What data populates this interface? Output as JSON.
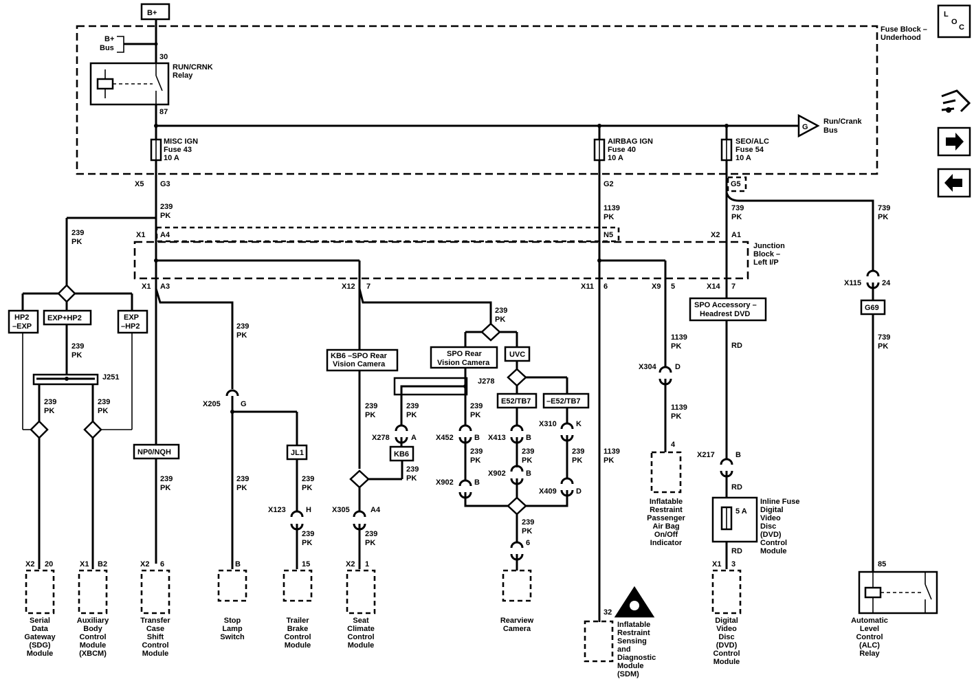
{
  "power_source": "B+",
  "fuse_block": {
    "label_line1": "Fuse Block –",
    "label_line2": "Underhood"
  },
  "bplus_bus": {
    "line1": "B+",
    "line2": "Bus"
  },
  "relay": {
    "pin_in": "30",
    "pin_out": "87",
    "name_line1": "RUN/CRNK",
    "name_line2": "Relay"
  },
  "bus_out": {
    "letter": "G",
    "line1": "Run/Crank",
    "line2": "Bus"
  },
  "fuses": [
    {
      "l1": "MISC IGN",
      "l2": "Fuse 43",
      "l3": "10 A"
    },
    {
      "l1": "AIRBAG IGN",
      "l2": "Fuse 40",
      "l3": "10 A"
    },
    {
      "l1": "SEO/ALC",
      "l2": "Fuse 54",
      "l3": "10 A"
    }
  ],
  "terminals": {
    "x5": "X5",
    "g3": "G3",
    "g2": "G2",
    "g5": "G5",
    "x1": "X1",
    "a4": "A4",
    "n5": "N5",
    "x2": "X2",
    "a1": "A1",
    "x1b": "X1",
    "a3": "A3",
    "x12": "X12",
    "p7": "7",
    "x11": "X11",
    "p6": "6",
    "x9": "X9",
    "p5": "5",
    "x14": "X14",
    "p7b": "7",
    "x115": "X115",
    "p24": "24"
  },
  "junction_block": {
    "l1": "Junction",
    "l2": "Block –",
    "l3": "Left I/P"
  },
  "wires": {
    "w239": "239",
    "w1139": "1139",
    "w739": "739",
    "pk": "PK",
    "rd": "RD"
  },
  "options": {
    "hp2exp_l1": "HP2",
    "hp2exp_l2": "–EXP",
    "exphp2": "EXP+HP2",
    "exp_hp2_l1": "EXP",
    "exp_hp2_l2": "–HP2",
    "np0": "NP0/NQH",
    "jl1": "JL1",
    "kb6_l1": "KB6 –SPO Rear",
    "kb6_l2": "Vision Camera",
    "spo_l1": "SPO Rear",
    "spo_l2": "Vision Camera",
    "uvc": "UVC",
    "e52": "E52/TB7",
    "ne52": "–E52/TB7",
    "kb6": "KB6",
    "spoacc_l1": "SPO Accessory –",
    "spoacc_l2": "Headrest DVD",
    "g69": "G69"
  },
  "splices": {
    "j251": "J251",
    "j278": "J278"
  },
  "connectors": {
    "x205": "X205",
    "g": "G",
    "x278": "X278",
    "a": "A",
    "x452": "X452",
    "b": "B",
    "x413": "X413",
    "x310": "X310",
    "k": "K",
    "x902": "X902",
    "x409": "X409",
    "d": "D",
    "x123": "X123",
    "h": "H",
    "x305": "X305",
    "a4": "A4",
    "x304": "X304",
    "x217": "X217",
    "c6": "6"
  },
  "pins": {
    "x2": "X2",
    "p20": "20",
    "x1": "X1",
    "b2": "B2",
    "p6": "6",
    "b": "B",
    "p15": "15",
    "p1": "1",
    "p4": "4",
    "p3": "3",
    "p32": "32",
    "p85": "85"
  },
  "modules": {
    "sdg": [
      "Serial",
      "Data",
      "Gateway",
      "(SDG)",
      "Module"
    ],
    "xbcm": [
      "Auxiliary",
      "Body",
      "Control",
      "Module",
      "(XBCM)"
    ],
    "tcsc": [
      "Transfer",
      "Case",
      "Shift",
      "Control",
      "Module"
    ],
    "stop": [
      "Stop",
      "Lamp",
      "Switch"
    ],
    "trailer": [
      "Trailer",
      "Brake",
      "Control",
      "Module"
    ],
    "seat": [
      "Seat",
      "Climate",
      "Control",
      "Module"
    ],
    "camera": [
      "Rearview",
      "Camera"
    ],
    "sdm": [
      "Inflatable",
      "Restraint",
      "Sensing",
      "and",
      "Diagnostic",
      "Module",
      "(SDM)"
    ],
    "airbag": [
      "Inflatable",
      "Restraint",
      "Passenger",
      "Air Bag",
      "On/Off",
      "Indicator"
    ],
    "dvd": [
      "Digital",
      "Video",
      "Disc",
      "(DVD)",
      "Control",
      "Module"
    ],
    "inline": [
      "Inline Fuse",
      "Digital",
      "Video",
      "Disc",
      "(DVD)",
      "Control",
      "Module"
    ],
    "inline_amp": "5 A",
    "alc": [
      "Automatic",
      "Level",
      "Control",
      "(ALC)",
      "Relay"
    ]
  },
  "nav": {
    "loc_l": "L",
    "loc_o": "O",
    "loc_c": "C"
  }
}
